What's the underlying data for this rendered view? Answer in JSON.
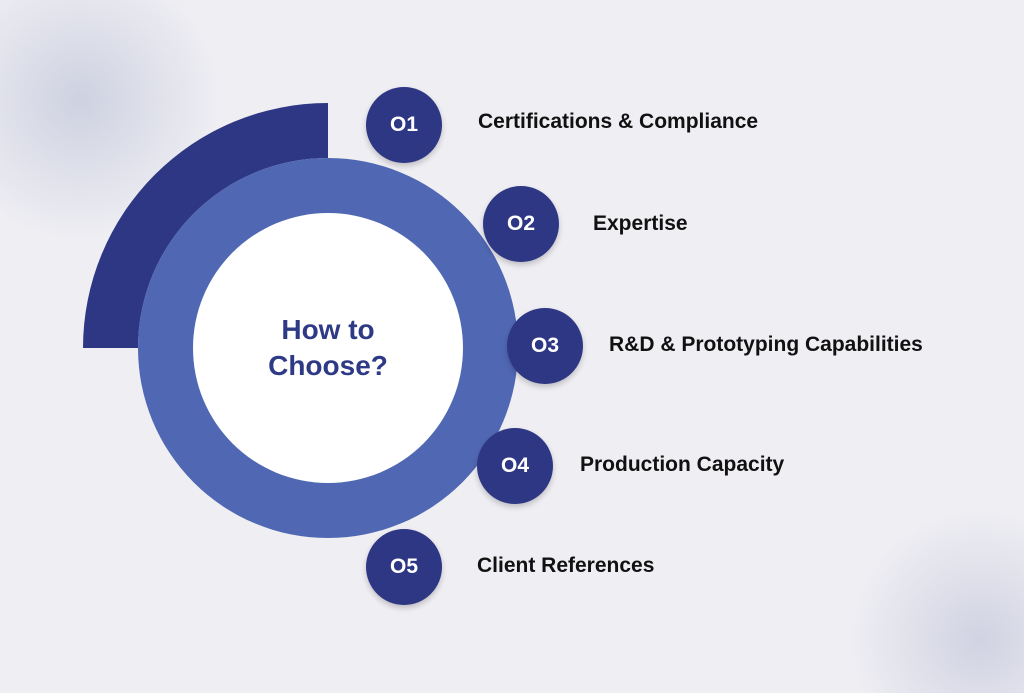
{
  "title": {
    "line1": "How to",
    "line2": "Choose?"
  },
  "items": [
    {
      "number": "O1",
      "label": "Certifications & Compliance"
    },
    {
      "number": "O2",
      "label": "Expertise"
    },
    {
      "number": "O3",
      "label": "R&D & Prototyping Capabilities"
    },
    {
      "number": "O4",
      "label": "Production Capacity"
    },
    {
      "number": "O5",
      "label": "Client References"
    }
  ],
  "colors": {
    "navy": "#2e3784",
    "ring": "#5067b3",
    "background": "#eeeef3"
  }
}
